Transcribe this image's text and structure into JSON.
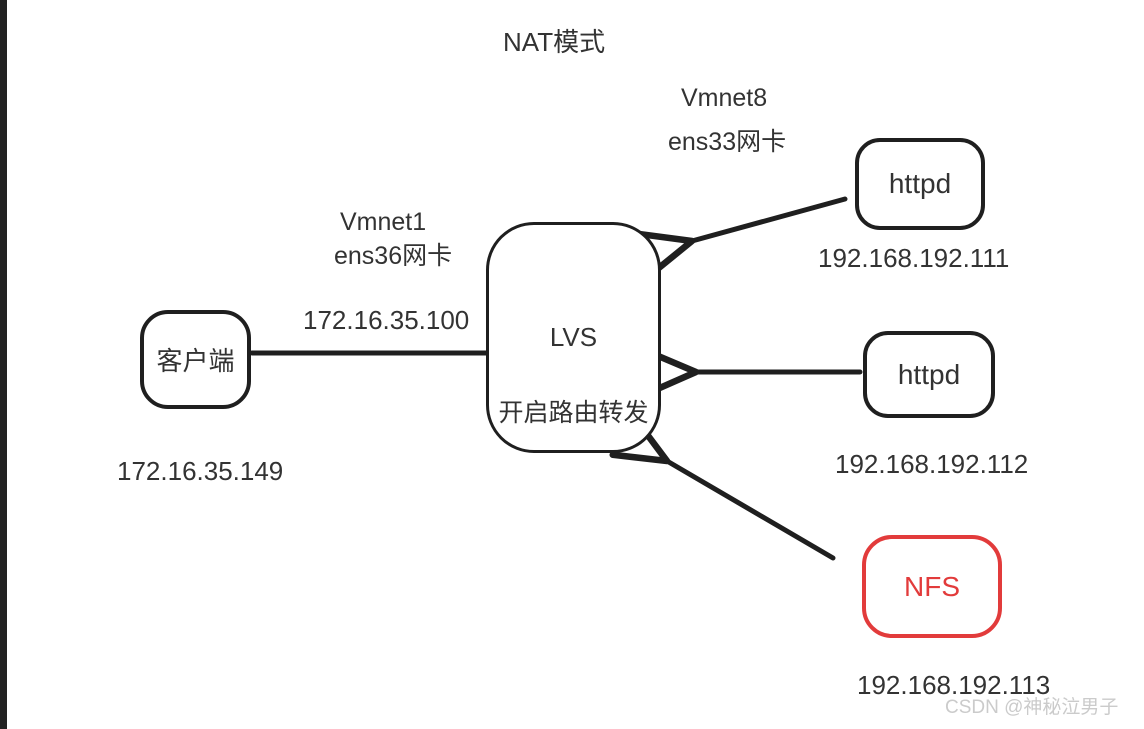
{
  "title": "NAT模式",
  "labels": {
    "vmnet8": "Vmnet8",
    "ens33_nic": "ens33网卡",
    "vmnet1": "Vmnet1",
    "ens36_nic": "ens36网卡",
    "lvs_vip": "172.16.35.100",
    "client_ip": "172.16.35.149",
    "httpd1_ip": "192.168.192.111",
    "httpd2_ip": "192.168.192.112",
    "nfs_ip": "192.168.192.113"
  },
  "nodes": {
    "client": {
      "label": "客户端"
    },
    "lvs": {
      "label": "LVS",
      "sublabel": "开启路由转发"
    },
    "httpd1": {
      "label": "httpd"
    },
    "httpd2": {
      "label": "httpd"
    },
    "nfs": {
      "label": "NFS"
    }
  },
  "connections": [
    {
      "from": "client",
      "to": "lvs",
      "style": "plain-line"
    },
    {
      "from": "httpd1",
      "to": "lvs",
      "style": "arrow"
    },
    {
      "from": "httpd2",
      "to": "lvs",
      "style": "arrow"
    },
    {
      "from": "nfs",
      "to": "lvs",
      "style": "arrow"
    }
  ],
  "watermark": "CSDN @神秘泣男子",
  "colors": {
    "stroke": "#1f1f1f",
    "text": "#333333",
    "nfs_red": "#e23b3b",
    "watermark": "#cbcbcb",
    "left_bar": "#222222"
  }
}
